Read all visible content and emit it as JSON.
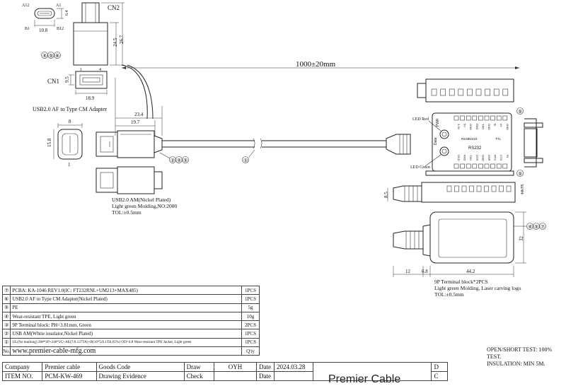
{
  "pin_labels": {
    "a12": "A12",
    "a1": "A1",
    "b1": "B1",
    "b12": "B12"
  },
  "balloons": {
    "cn2_group": [
      "④",
      "⑤",
      "⑥"
    ],
    "cable_group": [
      "②",
      "④",
      "⑤"
    ],
    "cable": "①",
    "right_top": "⑤",
    "right_mid": "⑤",
    "right_bottom": [
      "④",
      "⑤",
      "⑦"
    ]
  },
  "labels": {
    "cn2": "CN2",
    "cn1": "CN1",
    "adapter": "USB2.0 AF to Type CM Adapter",
    "pin8": "8",
    "pin1": "1",
    "cn1_pin1": "1",
    "cn1_pin4": "4",
    "usb_am": "USB2.0 AM(Nickel Plated)",
    "light_green": "Light green Molding,NO:2000",
    "tol": "TOL:±0.5mm",
    "led_red": "LED Red",
    "led_green": "LED Green",
    "pwr": "PWR",
    "data": "Data",
    "rs232": "RS232",
    "rs485": "RS485/422",
    "ttl": "TTL",
    "term_block": "9P Terminal block*2PCS",
    "term_mold": "Light green Molding, Laser carving logo",
    "term_tol": "TOL:±0.5mm"
  },
  "pcb_top_pins": [
    "3.3V",
    "5V",
    "GND",
    "RXD",
    "TXD",
    "GND",
    "B-",
    "A+",
    "GND"
  ],
  "pcb_bot_pins": [
    "DCD",
    "RXD",
    "TXD",
    "DTR",
    "GND",
    "DSR",
    "RTS",
    "CTS",
    "RI"
  ],
  "dims": {
    "typec_w": "10.8",
    "typec_h": "6.4",
    "cn2_245": "24.5",
    "cn2_267": "26.7",
    "length": "1000±20mm",
    "cn1_95": "9.5",
    "cn1_189": "18.9",
    "d234": "23.4",
    "d197": "19.7",
    "d158": "15.8",
    "d85": "8.5",
    "d1075": "10.75",
    "d32": "32",
    "d12": "12",
    "d68": "6.8",
    "d442": "44.2"
  },
  "bom": [
    {
      "no": "⑦",
      "desc": "PCBA: KA-1046 REV1.0(IC: FT232RNL+UM213+MAX485)",
      "qty": "1PCS"
    },
    {
      "no": "⑥",
      "desc": "USB2.0 AF to Type CM Adapter(Nickel Plated)",
      "qty": "1PCS"
    },
    {
      "no": "⑤",
      "desc": "PE",
      "qty": "5g"
    },
    {
      "no": "④",
      "desc": "Wear-resistant TPE, Light green",
      "qty": "10g"
    },
    {
      "no": "③",
      "desc": "9P Terminal block: PH=3.81mm, Green",
      "qty": "2PCS"
    },
    {
      "no": "②",
      "desc": "USB AM(Whtie insulator,Nickel Plated)",
      "qty": "1PCS"
    },
    {
      "no": "①",
      "desc": "UL(No marking) 28#*1P+24#*2C+AE(7/0.127TA)+B(16*5/0.1TA,65%) OD=4.8 Wear-resistant TPE Jacket, Light green",
      "qty": "1PCS"
    }
  ],
  "bom_footer": {
    "no": "No.",
    "website": "www.premier-cable-mfg.com",
    "qty": "Q'ty"
  },
  "title_block": {
    "company_label": "Company",
    "company": "Premier cable",
    "goods_code": "Goods Code",
    "draw_label": "Draw",
    "drawer": "OYH",
    "date_label": "Date",
    "date": "2024.03.28",
    "rev_d": "D",
    "item_label": "ITEM NO.",
    "item": "PCM-KW-469",
    "evidence": "Drawing Evidence",
    "check_label": "Check",
    "date_label2": "Date",
    "rev_c": "C",
    "big_title": "Premier Cable"
  },
  "notes": [
    "OPEN/SHORT TEST: 100% TEST.",
    "INSULATION: MIN 5M."
  ]
}
